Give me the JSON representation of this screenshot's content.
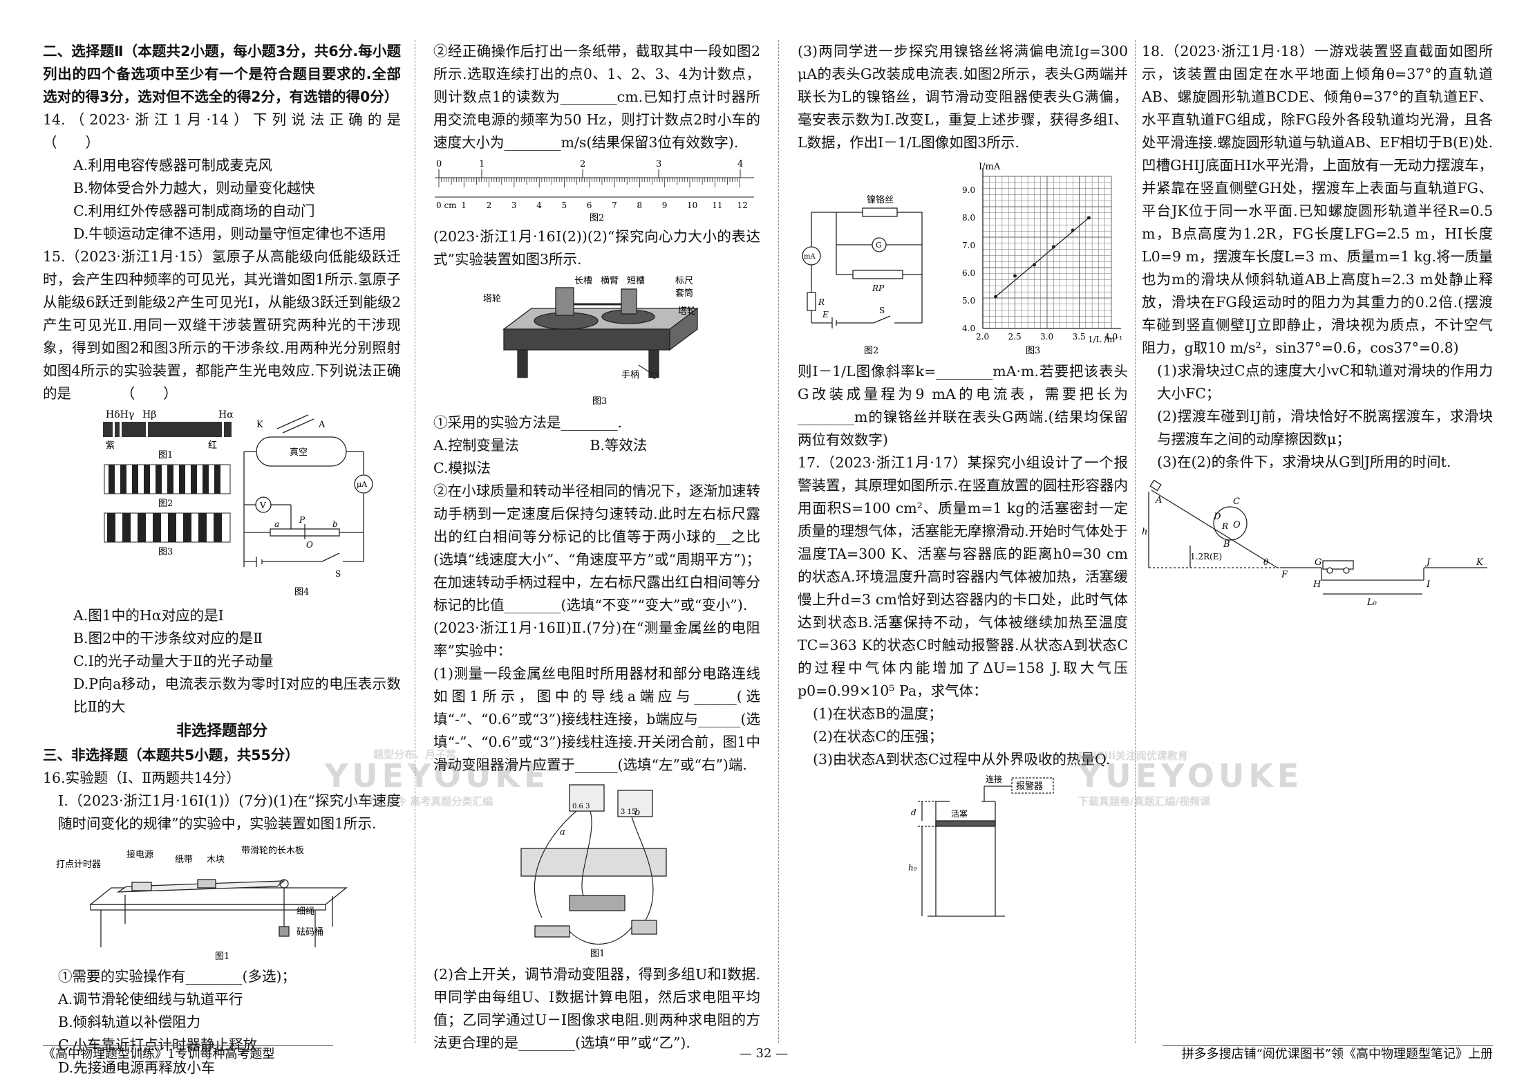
{
  "col1": {
    "sec_header": "二、选择题Ⅱ（本题共2小题，每小题3分，共6分.每小题列出的四个备选项中至少有一个是符合题目要求的.全部选对的得3分，选对但不选全的得2分，有选错的得0分）",
    "q14_stem": "14.（2023·浙江1月·14）下列说法正确的是　　　　　　（　　）",
    "q14_a": "A.利用电容传感器可制成麦克风",
    "q14_b": "B.物体受合外力越大，则动量变化越快",
    "q14_c": "C.利用红外传感器可制成商场的自动门",
    "q14_d": "D.牛顿运动定律不适用，则动量守恒定律也不适用",
    "q15_stem": "15.（2023·浙江1月·15）氢原子从高能级向低能级跃迁时，会产生四种频率的可见光，其光谱如图1所示.氢原子从能级6跃迁到能级2产生可见光Ⅰ，从能级3跃迁到能级2产生可见光Ⅱ.用同一双缝干涉装置研究两种光的干涉现象，得到如图2和图3所示的干涉条纹.用两种光分别照射如图4所示的实验装置，都能产生光电效应.下列说法正确的是　　　　（　　）",
    "fig_hlabels": [
      "HδHγ",
      "Hβ",
      "Hα"
    ],
    "fig_zi": "紫",
    "fig_hong": "红",
    "cap1": "图1",
    "cap2": "图2",
    "cap3": "图3",
    "cap4": "图4",
    "fig4_labels": {
      "k": "K",
      "a": "A",
      "vac": "真空",
      "ua": "μA",
      "v": "V",
      "p": "P",
      "a2": "a",
      "b": "b",
      "o": "O",
      "s": "S"
    },
    "q15_a": "A.图1中的Hα对应的是Ⅰ",
    "q15_b": "B.图2中的干涉条纹对应的是Ⅱ",
    "q15_c": "C.Ⅰ的光子动量大于Ⅱ的光子动量",
    "q15_d": "D.P向a移动，电流表示数为零时Ⅰ对应的电压表示数比Ⅱ的大",
    "part_title": "非选择题部分",
    "sec3_header": "三、非选择题（本题共5小题，共55分）",
    "q16_head": "16.实验题（Ⅰ、Ⅱ两题共14分）",
    "q16_1": "Ⅰ.（2023·浙江1月·16Ⅰ(1)）(7分)(1)在“探究小车速度随时间变化的规律”的实验中，实验装置如图1所示.",
    "fig_table_labels": {
      "timer": "打点计时器",
      "power": "接电源",
      "tape": "纸带",
      "block": "木块",
      "board": "带滑轮的长木板",
      "rope": "细绳",
      "bucket": "砝码桶"
    },
    "cap_t1": "图1",
    "q16_op": "①需要的实验操作有________(多选)；",
    "q16_op_a": "A.调节滑轮使细线与轨道平行",
    "q16_op_b": "B.倾斜轨道以补偿阻力",
    "q16_op_c": "C.小车靠近打点计时器静止释放",
    "q16_op_d": "D.先接通电源再释放小车"
  },
  "col2": {
    "p1": "②经正确操作后打出一条纸带，截取其中一段如图2所示.选取连续打出的点0、1、2、3、4为计数点，则计数点1的读数为________cm.已知打点计时器所用交流电源的频率为50 Hz，则打计数点2时小车的速度大小为________m/s(结果保留3位有效数字).",
    "ruler_points": [
      "0",
      "1",
      "2",
      "3",
      "4"
    ],
    "ruler_nums": [
      "0 cm",
      "1",
      "2",
      "3",
      "4",
      "5",
      "6",
      "7",
      "8",
      "9",
      "10",
      "11",
      "12"
    ],
    "cap_r": "图2",
    "p2": "(2023·浙江1月·16Ⅰ(2))(2)“探究向心力大小的表达式”实验装置如图3所示.",
    "fig3_labels": {
      "cc": "长槽",
      "hb": "横臂",
      "dc": "短槽",
      "bc": "标尺",
      "tt": "套筒",
      "tl1": "塔轮",
      "tl2": "塔轮",
      "sb": "手柄"
    },
    "cap_f3": "图3",
    "p3": "①采用的实验方法是________.",
    "p3_ab": "A.控制变量法　　　　　B.等效法",
    "p3_c": "C.模拟法",
    "p4": "②在小球质量和转动半径相同的情况下，逐渐加速转动手柄到一定速度后保持匀速转动.此时左右标尺露出的红白相间等分标记的比值等于两小球的__之比(选填“线速度大小”、“角速度平方”或“周期平方”)；在加速转动手柄过程中，左右标尺露出红白相间等分标记的比值________(选填“不变”“变大”或“变小”).",
    "p5": "(2023·浙江1月·16Ⅱ)Ⅱ.(7分)在“测量金属丝的电阻率”实验中：",
    "p6": "(1)测量一段金属丝电阻时所用器材和部分电路连线如图1所示，图中的导线a端应与______(选填“-”、“0.6”或“3”)接线柱连接，b端应与______(选填“-”、“0.6”或“3”)接线柱连接.开关闭合前，图1中滑动变阻器滑片应置于______(选填“左”或“右”)端.",
    "fig_c_labels": {
      "a": "a",
      "b": "b",
      "m1": "0.6 3",
      "m2": "3 15"
    },
    "cap_c1": "图1",
    "p7": "(2)合上开关，调节滑动变阻器，得到多组U和I数据.甲同学由每组U、I数据计算电阻，然后求电阻平均值；乙同学通过U－I图像求电阻.则两种求电阻的方法更合理的是________(选填“甲”或“乙”)."
  },
  "col3": {
    "p1": "(3)两同学进一步探究用镍铬丝将满偏电流Ig=300 μA的表头G改装成电流表.如图2所示，表头G两端并联长为L的镍铬丝，调节滑动变阻器使表头G满偏，毫安表示数为I.改变L，重复上述步骤，获得多组I、L数据，作出I－1/L图像如图3所示.",
    "circ_labels": {
      "ni": "镍铬丝",
      "g": "G",
      "ma": "mA",
      "rp": "RP",
      "r": "R",
      "e": "E",
      "s": "S"
    },
    "cap_c2": "图2",
    "cap_c3": "图3",
    "graph": {
      "ylabel": "I/mA",
      "xlabel": "1/L /m⁻¹",
      "yticks": [
        "4.0",
        "5.0",
        "6.0",
        "7.0",
        "8.0",
        "9.0"
      ],
      "xticks": [
        "2.0",
        "2.5",
        "3.0",
        "3.5",
        "4.0"
      ]
    },
    "p2": "则I－1/L图像斜率k=________mA·m.若要把该表头G改装成量程为9 mA的电流表，需要把长为________m的镍铬丝并联在表头G两端.(结果均保留两位有效数字)",
    "q17": "17.（2023·浙江1月·17）某探究小组设计了一个报警装置，其原理如图所示.在竖直放置的圆柱形容器内用面积S=100 cm²、质量m=1 kg的活塞密封一定质量的理想气体，活塞能无摩擦滑动.开始时气体处于温度TA=300 K、活塞与容器底的距离h0=30 cm的状态A.环境温度升高时容器内气体被加热，活塞缓慢上升d=3 cm恰好到达容器内的卡口处，此时气体达到状态B.活塞保持不动，气体被继续加热至温度TC=363 K的状态C时触动报警器.从状态A到状态C的过程中气体内能增加了ΔU=158 J.取大气压p0=0.99×10⁵ Pa，求气体：",
    "q17_1": "(1)在状态B的温度；",
    "q17_2": "(2)在状态C的压强；",
    "q17_3": "(3)由状态A到状态C过程中从外界吸收的热量Q.",
    "alarm_labels": {
      "lj": "连接",
      "bj": "报警器",
      "hs": "活塞",
      "d": "d",
      "h0": "h₀"
    }
  },
  "col4": {
    "q18": "18.（2023·浙江1月·18）一游戏装置竖直截面如图所示，该装置由固定在水平地面上倾角θ=37°的直轨道AB、螺旋圆形轨道BCDE、倾角θ=37°的直轨道EF、水平直轨道FG组成，除FG段外各段轨道均光滑，且各处平滑连接.螺旋圆形轨道与轨道AB、EF相切于B(E)处.凹槽GHIJ底面HI水平光滑，上面放有一无动力摆渡车，并紧靠在竖直侧壁GH处，摆渡车上表面与直轨道FG、平台JK位于同一水平面.已知螺旋圆形轨道半径R=0.5 m，B点高度为1.2R，FG长度LFG=2.5 m，HI长度L0=9 m，摆渡车长度L=3 m、质量m=1 kg.将一质量也为m的滑块从倾斜轨道AB上高度h=2.3 m处静止释放，滑块在FG段运动时的阻力为其重力的0.2倍.(摆渡车碰到竖直侧壁IJ立即静止，滑块视为质点，不计空气阻力，g取10 m/s²，sin37°=0.6，cos37°=0.8)",
    "q18_1": "(1)求滑块过C点的速度大小vC和轨道对滑块的作用力大小FC；",
    "q18_2": "(2)摆渡车碰到IJ前，滑块恰好不脱离摆渡车，求滑块与摆渡车之间的动摩擦因数μ；",
    "q18_3": "(3)在(2)的条件下，求滑块从G到J所用的时间t.",
    "track_labels": {
      "a": "A",
      "b": "B",
      "c": "C",
      "d": "D",
      "o": "O",
      "r": "R",
      "h": "h",
      "h12": "1.2R(E)",
      "theta": "θ",
      "f": "F",
      "g": "G",
      "h2": "H",
      "i": "I",
      "j": "J",
      "k": "K",
      "l0": "L₀"
    }
  },
  "footer": {
    "left": "《高中物理题型训练》1专训每种高考题型",
    "center": "— 32 —",
    "right": "拼多多搜店铺“阅优课图书”领《高中物理题型笔记》上册"
  },
  "watermark": {
    "w1": "YUEYOUKE",
    "w2": "YUEYOUKE",
    "s1": "题型分布、月子常",
    "s2": "BiliBili关注阅优课教育",
    "s3": "下载真题卷/真题汇编/视频课",
    "s4": "1978-至今 高考真题分类汇编"
  }
}
